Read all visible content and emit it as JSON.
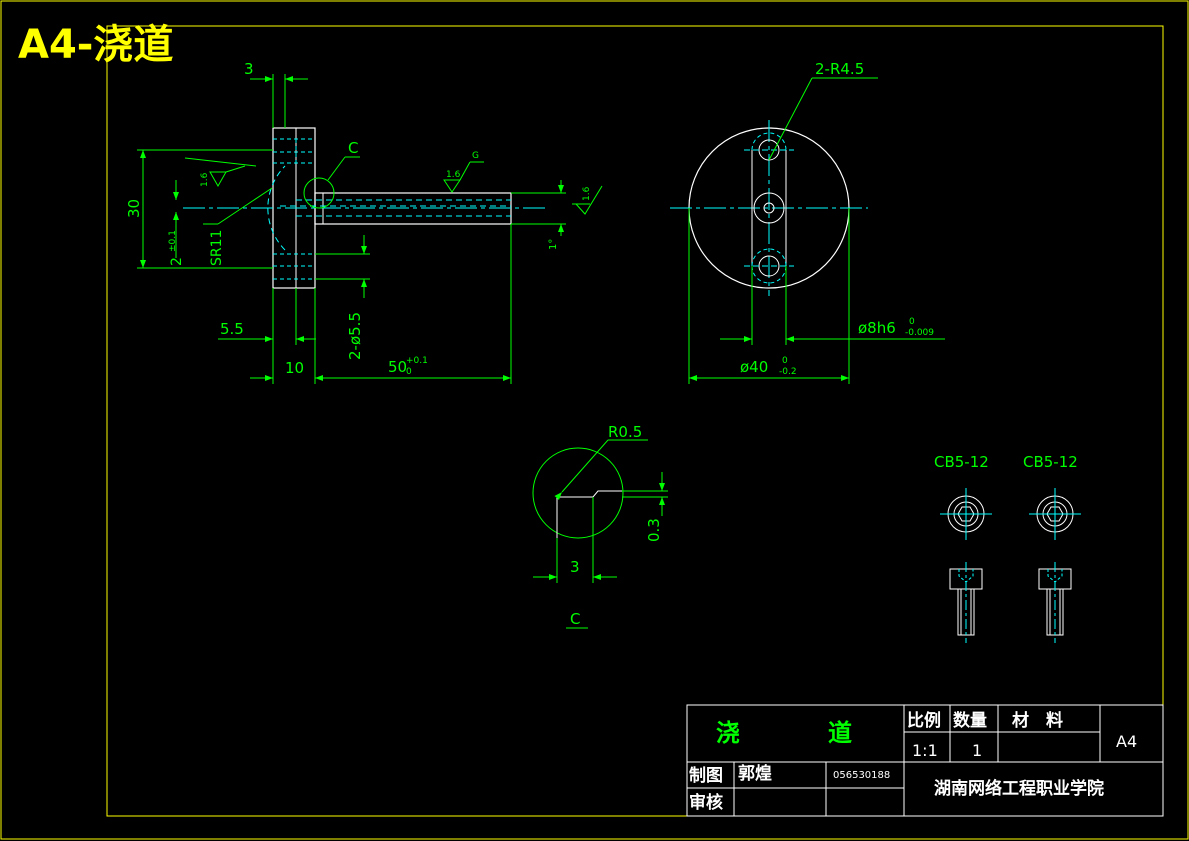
{
  "sheet_title": "A4-浇道",
  "colors": {
    "border": "#ffff00",
    "outline": "#ffffff",
    "dimension": "#00ff00",
    "center": "#00ffff",
    "hidden": "#00ffff",
    "background": "#000000"
  },
  "front_view": {
    "dims": {
      "top_width": "3",
      "height": "30",
      "tol_height": "2",
      "tol_height_sup": "±0.1",
      "sphere_radius": "SR11",
      "flange_step": "5.5",
      "flange_width": "10",
      "holes": "2-ø5.5",
      "shaft_length": "50",
      "shaft_length_sup": "+0.1",
      "shaft_length_sub": "0",
      "angle": "1°"
    },
    "detail_label": "C",
    "roughness": [
      "1.6",
      "1.6",
      "1.6"
    ],
    "roughness_note": "G"
  },
  "side_view": {
    "dims": {
      "hole_radius": "2-R4.5",
      "bore": "ø8h6",
      "bore_sup": "0",
      "bore_sub": "-0.009",
      "diameter": "ø40",
      "diameter_sup": "0",
      "diameter_sub": "-0.2"
    }
  },
  "detail_view": {
    "radius": "R0.5",
    "depth": "0.3",
    "width": "3",
    "label": "C"
  },
  "screws": [
    {
      "label": "CB5-12"
    },
    {
      "label": "CB5-12"
    }
  ],
  "title_block": {
    "part_name_1": "浇",
    "part_name_2": "道",
    "scale_label": "比例",
    "qty_label": "数量",
    "material_label": "材　料",
    "scale_value": "1:1",
    "qty_value": "1",
    "size": "A4",
    "drawn_label": "制图",
    "drawn_by": "郭煌",
    "student_id": "056530188",
    "checked_label": "审核",
    "school": "湖南网络工程职业学院"
  }
}
